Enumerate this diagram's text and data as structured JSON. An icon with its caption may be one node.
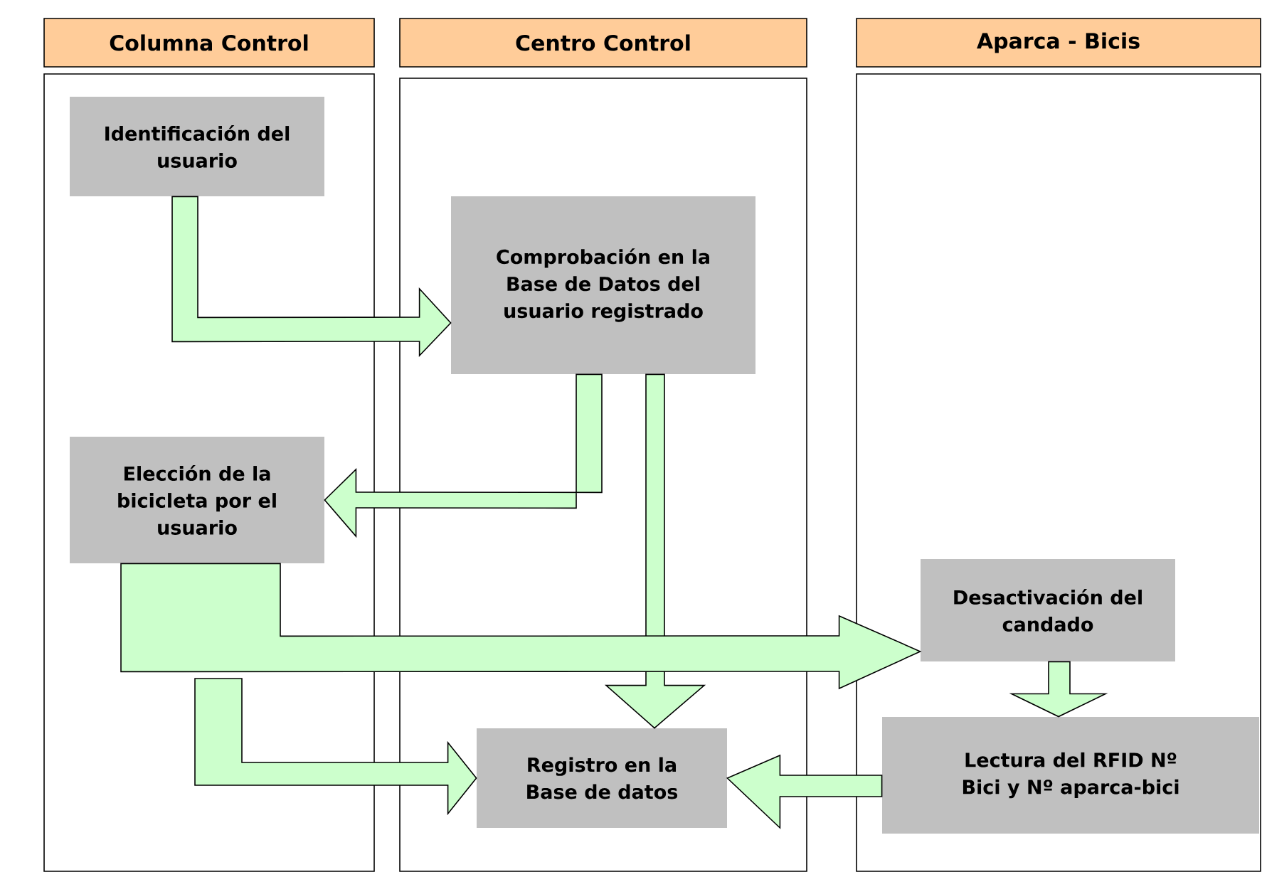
{
  "diagram": {
    "nodes": [
      {
        "text": [
          "Columna Control"
        ]
      },
      {
        "text": [
          "Centro Control"
        ]
      },
      {
        "text": [
          "Aparca - Bicis"
        ]
      },
      {
        "text": [
          "Identificación del usuario"
        ],
        "in": 0
      },
      {
        "text": [
          "Comprobación en la Base de Datos del usuario registrado"
        ],
        "in": 1
      },
      {
        "text": [
          "Elección de la bicicleta por el usuario"
        ],
        "in": 0
      },
      {
        "text": [
          "Desactivación del candado"
        ],
        "in": 2
      },
      {
        "text": [
          "Registro en la Base de datos"
        ],
        "in": 1
      },
      {
        "text": [
          "Lectura del RFID Nº Bici y Nº aparca-bici"
        ],
        "in": 2
      }
    ],
    "edges": [
      {
        "from": 3,
        "to": 4,
        "arrow": "to"
      },
      {
        "from": 4,
        "to": 5,
        "arrow": "to"
      },
      {
        "from": 4,
        "to": 7,
        "arrow": "to"
      },
      {
        "from": 5,
        "to": 6,
        "arrow": "to"
      },
      {
        "from": 6,
        "to": 8,
        "arrow": "to"
      },
      {
        "from": 8,
        "to": 7,
        "arrow": "to"
      },
      {
        "from": null,
        "to": 7,
        "arrow": "to"
      }
    ]
  }
}
